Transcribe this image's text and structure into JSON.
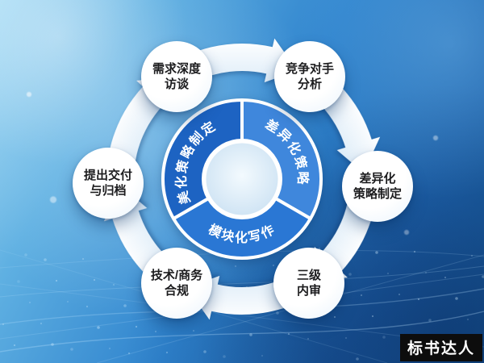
{
  "watermark": {
    "label": "标书达人",
    "bg": "#0d0d0d",
    "fg": "#ffffff"
  },
  "cycle": {
    "segments": [
      {
        "id": "right",
        "label": "差异化策略"
      },
      {
        "id": "bottom",
        "label": "模块化写作"
      },
      {
        "id": "left",
        "label": "美化策略制定"
      }
    ],
    "nodes": [
      {
        "id": "top-left",
        "line1": "需求深度",
        "line2": "访谈"
      },
      {
        "id": "top-right",
        "line1": "竞争对手",
        "line2": "分析"
      },
      {
        "id": "right",
        "line1": "差异化",
        "line2": "策略制定"
      },
      {
        "id": "bottom-right",
        "line1": "三级",
        "line2": "内审"
      },
      {
        "id": "bottom-left",
        "line1": "技术/商务",
        "line2": "合规"
      },
      {
        "id": "left",
        "line1": "提出交付",
        "line2": "与归档"
      }
    ]
  },
  "colors": {
    "segment_right": "#3f87dc",
    "segment_bottom": "#2a77d4",
    "segment_left": "#1d63c2",
    "arrow_light": "#ffffff",
    "arrow_shade": "#e4f0fa",
    "node_text": "#1c1c1e"
  }
}
